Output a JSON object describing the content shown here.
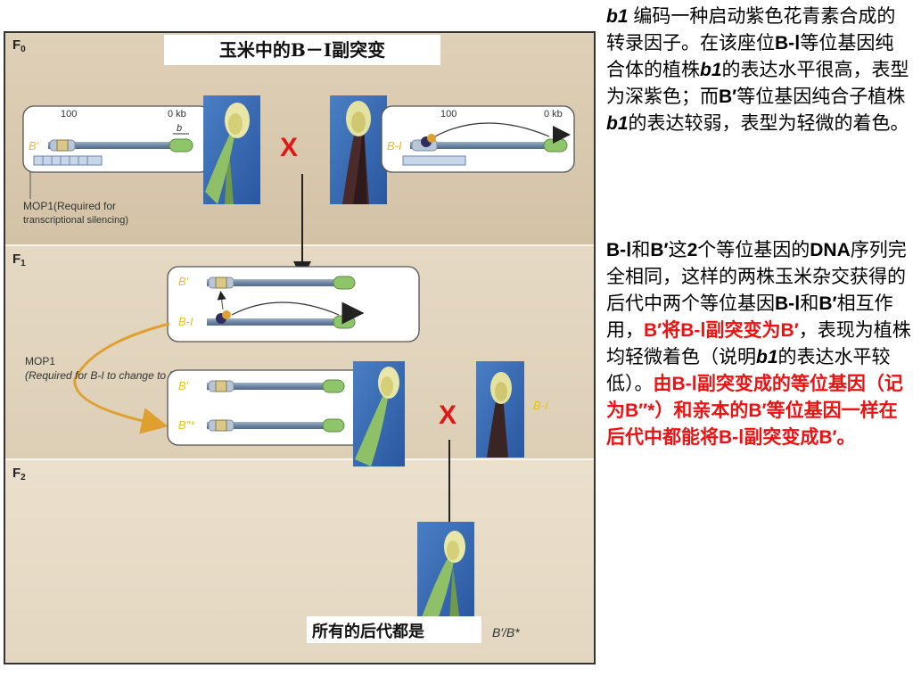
{
  "figure": {
    "title": "玉米中的B－I副突变",
    "generations": {
      "f0": "F",
      "f0_sub": "0",
      "f1": "F",
      "f1_sub": "1",
      "f2": "F",
      "f2_sub": "2"
    },
    "scale_left": "100",
    "scale_right": "0 kb",
    "gene_b": "b",
    "allele_b_prime": "B′",
    "allele_b_i": "B-I",
    "allele_b_double_prime": "B″*",
    "cross_mark": "X",
    "mop1_f0_line1": "MOP1(Required for",
    "mop1_f0_line2": "transcriptional silencing)",
    "mop1_f1_line1": "MOP1",
    "mop1_f1_line2": "(Required for B-I to change to B″)",
    "right_plant_label": "B-I",
    "bottom_text": "所有的后代都是",
    "bottom_genotype": "B′/B*"
  },
  "text": {
    "p1_a": "b1",
    "p1_b": " 编码一种启动紫色花青素合成的转录因子。在该座位",
    "p1_c": "B-Ⅰ",
    "p1_d": "等位基因纯合体的植株",
    "p1_e": "b1",
    "p1_f": "的表达水平很高，表型为深紫色；而",
    "p1_g": "B′",
    "p1_h": "等位基因纯合子植株",
    "p1_i": "b1",
    "p1_j": "的表达较弱，表型为轻微的着色。",
    "p2_a": "B-Ⅰ",
    "p2_b": "和",
    "p2_c": "B′",
    "p2_d": "这",
    "p2_e": "2",
    "p2_f": "个等位基因的",
    "p2_g": "DNA",
    "p2_h": "序列完全相同，这样的两株玉米杂交获得的后代中两个等位基因",
    "p2_i": "B-Ⅰ",
    "p2_j": "和",
    "p2_k": "B′",
    "p2_l": "相互作用，",
    "p2_m": "B′将B-Ⅰ副突变为B′",
    "p2_n": "，表现为植株均轻微着色（说明",
    "p2_o": "b1",
    "p2_p": "的表达水平较低）。",
    "p2_q": "由B-Ⅰ副突变成的等位基因（记为B″*）和亲本的B′等位基因一样在后代中都能将B-Ⅰ副突变成B′。"
  },
  "colors": {
    "accent_red": "#ee1111",
    "gene_green": "#8ec46a",
    "arrow_orange": "#e0a030",
    "allele_yellow": "#e8c020"
  }
}
